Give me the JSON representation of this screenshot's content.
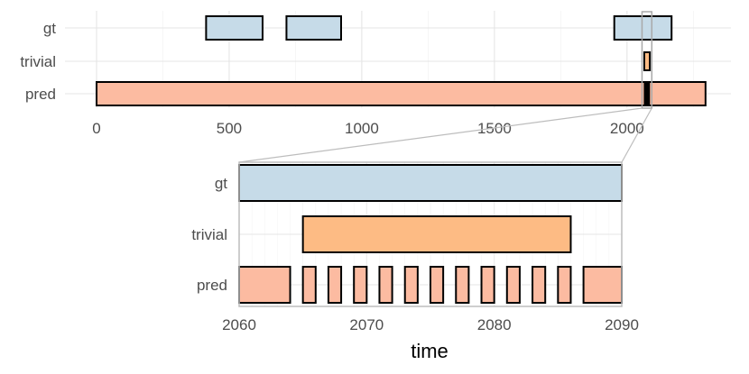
{
  "chart_data": [
    {
      "type": "interval",
      "panel": "overview",
      "rows": [
        "gt",
        "trivial",
        "pred"
      ],
      "xlim": [
        0,
        2300
      ],
      "x_ticks": [
        0,
        500,
        1000,
        1500,
        2000
      ],
      "xlabel": "",
      "grid": true,
      "colors": {
        "gt": "#c6dbe8",
        "trivial": "#fdbb84",
        "pred": "#fcbba1",
        "outline": "#000000"
      },
      "segments": {
        "gt": [
          [
            413,
            626
          ],
          [
            716,
            922
          ],
          [
            1952,
            2168
          ]
        ],
        "trivial": [
          [
            2065,
            2086
          ]
        ],
        "pred": [
          [
            0,
            2296
          ]
        ]
      },
      "zoom_window": [
        2060,
        2090
      ]
    },
    {
      "type": "interval",
      "panel": "zoom",
      "rows": [
        "gt",
        "trivial",
        "pred"
      ],
      "xlim": [
        2060,
        2090
      ],
      "x_ticks": [
        2060,
        2070,
        2080,
        2090
      ],
      "xlabel": "time",
      "grid": true,
      "colors": {
        "gt": "#c6dbe8",
        "trivial": "#fdbb84",
        "pred": "#fcbba1",
        "outline": "#000000"
      },
      "segments": {
        "gt": [
          [
            2060,
            2090
          ]
        ],
        "trivial": [
          [
            2065,
            2086
          ]
        ],
        "pred": [
          [
            2060,
            2064
          ],
          [
            2065,
            2066
          ],
          [
            2067,
            2068
          ],
          [
            2069,
            2070
          ],
          [
            2071,
            2072
          ],
          [
            2073,
            2074
          ],
          [
            2075,
            2076
          ],
          [
            2077,
            2078
          ],
          [
            2079,
            2080
          ],
          [
            2081,
            2082
          ],
          [
            2083,
            2084
          ],
          [
            2085,
            2086
          ],
          [
            2087,
            2090
          ]
        ]
      }
    }
  ]
}
